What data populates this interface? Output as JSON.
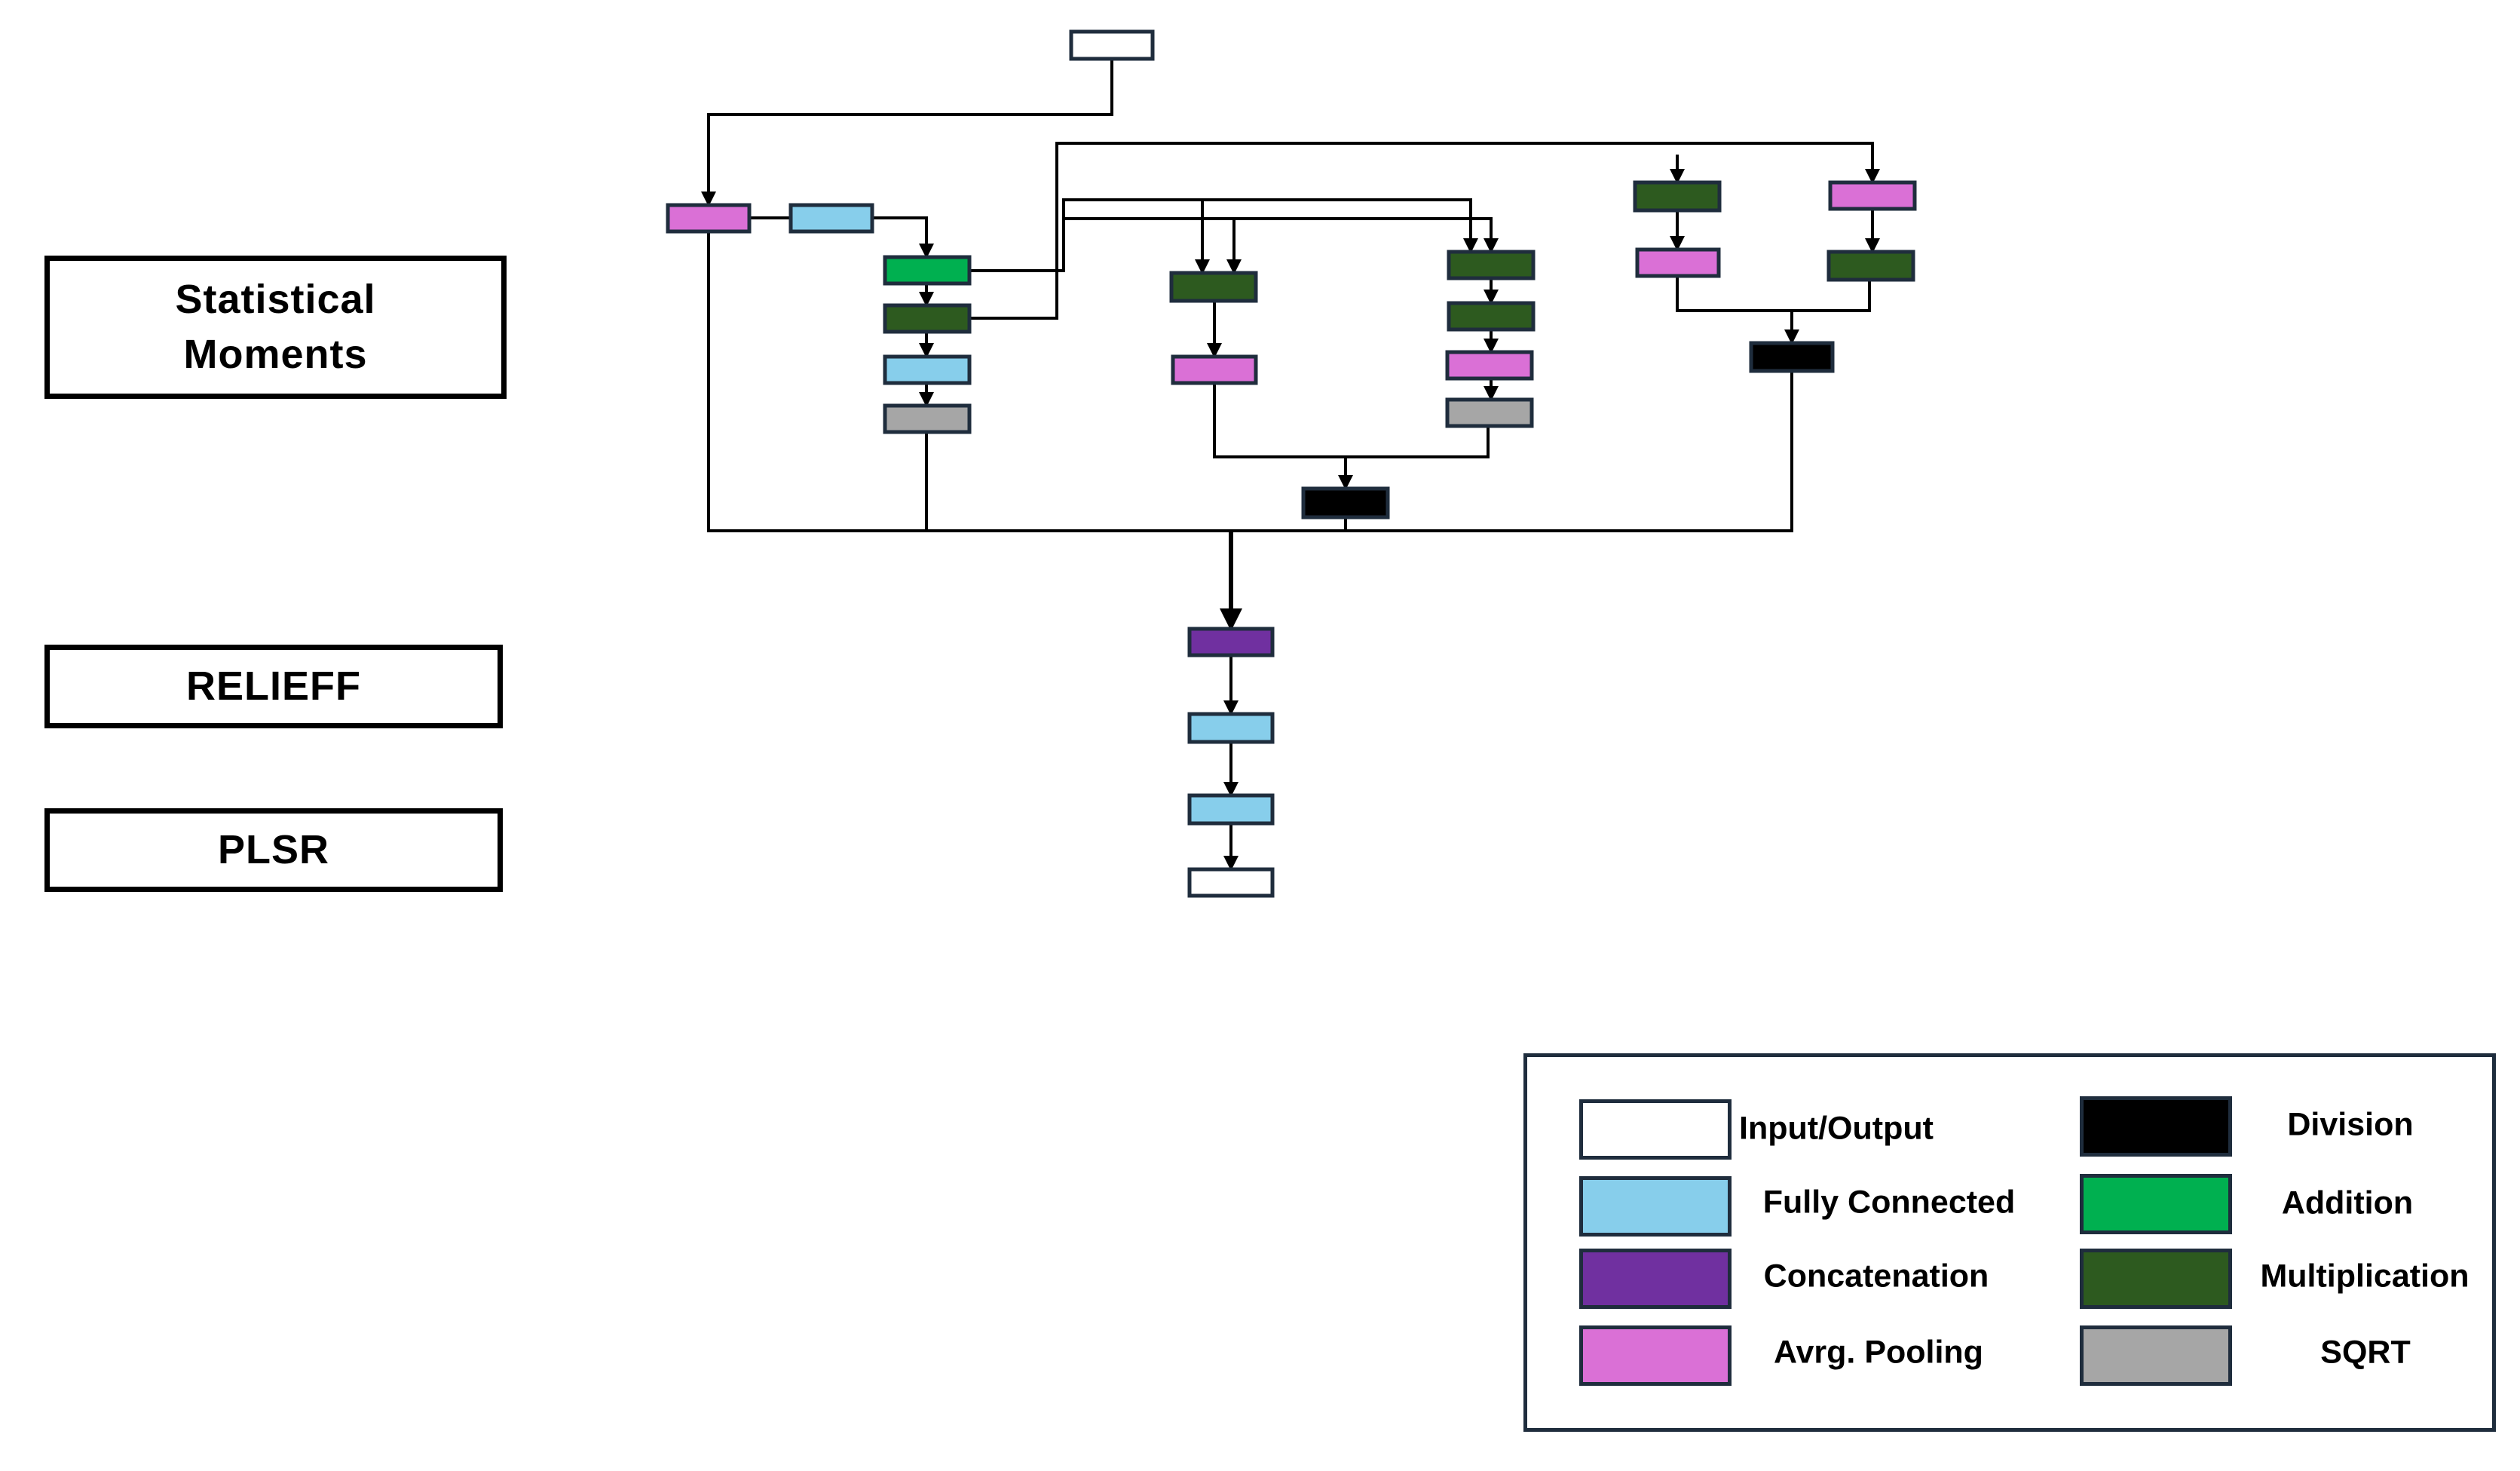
{
  "sections": {
    "statistical_moments": [
      "Statistical",
      "Moments"
    ],
    "relieff": "RELIEFF",
    "plsr": "PLSR"
  },
  "colors": {
    "input_output": "#ffffff",
    "fully_connected": "#87ceeb",
    "concatenation": "#7030a0",
    "avg_pooling": "#da70d6",
    "division": "#000000",
    "addition": "#00b050",
    "multiplication": "#2d5a1f",
    "sqrt": "#a6a6a6",
    "border": "#1f2d3d",
    "line": "#000000"
  },
  "legend": {
    "items": [
      {
        "key": "input_output",
        "label": "Input/Output"
      },
      {
        "key": "fully_connected",
        "label": "Fully Connected"
      },
      {
        "key": "concatenation",
        "label": "Concatenation"
      },
      {
        "key": "avg_pooling",
        "label": "Avrg. Pooling"
      },
      {
        "key": "division",
        "label": "Division"
      },
      {
        "key": "addition",
        "label": "Addition"
      },
      {
        "key": "multiplication",
        "label": "Multiplication"
      },
      {
        "key": "sqrt",
        "label": "SQRT"
      }
    ]
  },
  "diagram": {
    "nodes": [
      {
        "id": "input",
        "type": "input_output"
      },
      {
        "id": "pool_a",
        "type": "avg_pooling"
      },
      {
        "id": "fc_a",
        "type": "fully_connected"
      },
      {
        "id": "add_1",
        "type": "addition"
      },
      {
        "id": "mul_1",
        "type": "multiplication"
      },
      {
        "id": "fc_b",
        "type": "fully_connected"
      },
      {
        "id": "sqrt_1",
        "type": "sqrt"
      },
      {
        "id": "mul_2",
        "type": "multiplication"
      },
      {
        "id": "pool_b",
        "type": "avg_pooling"
      },
      {
        "id": "mul_3",
        "type": "multiplication"
      },
      {
        "id": "mul_4",
        "type": "multiplication"
      },
      {
        "id": "pool_c",
        "type": "avg_pooling"
      },
      {
        "id": "sqrt_2",
        "type": "sqrt"
      },
      {
        "id": "div_1",
        "type": "division"
      },
      {
        "id": "mul_5",
        "type": "multiplication"
      },
      {
        "id": "pool_d",
        "type": "avg_pooling"
      },
      {
        "id": "pool_e",
        "type": "avg_pooling"
      },
      {
        "id": "mul_6",
        "type": "multiplication"
      },
      {
        "id": "div_2",
        "type": "division"
      },
      {
        "id": "concat",
        "type": "concatenation"
      },
      {
        "id": "fc_c",
        "type": "fully_connected"
      },
      {
        "id": "fc_d",
        "type": "fully_connected"
      },
      {
        "id": "output",
        "type": "input_output"
      }
    ]
  }
}
